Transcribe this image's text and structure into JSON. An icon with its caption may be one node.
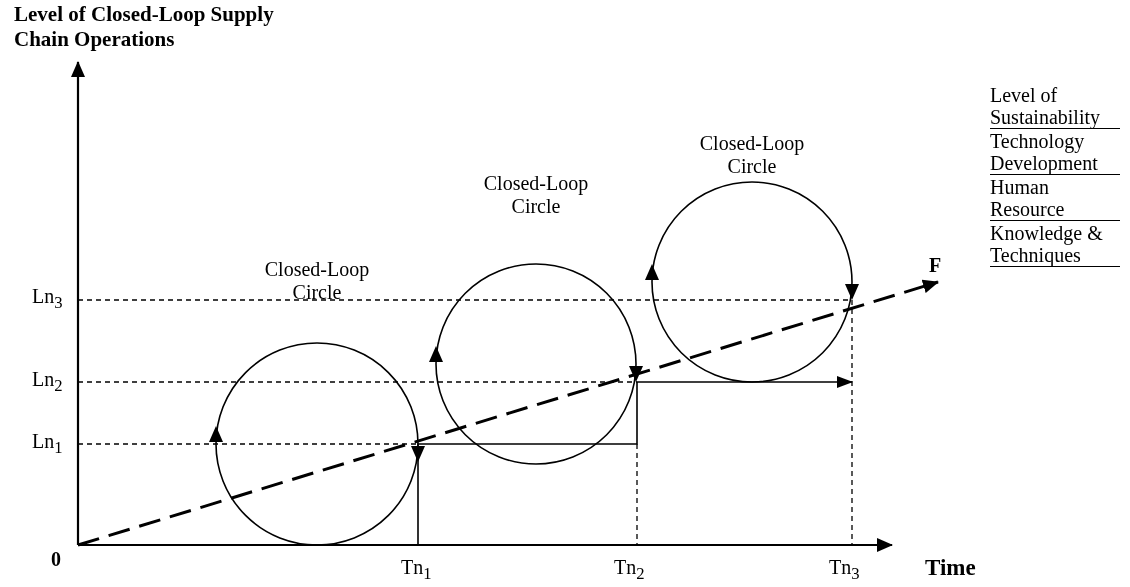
{
  "diagram": {
    "nodes": [
      {
        "text": [
          "Closed-Loop Circle"
        ]
      },
      {
        "text": [
          "Closed-Loop Circle"
        ]
      },
      {
        "text": [
          "Closed-Loop Circle"
        ]
      }
    ],
    "edges": [],
    "labels": [
      "Level of Closed-Loop Supply Chain Operations",
      "Level of Sustainability",
      "Technology Development",
      "Human Resource",
      "Knowledge & Techniques",
      "Ln$_{3}$",
      "F",
      "Ln$_{2}$",
      "Ln$_{1}$",
      "0",
      "Tn$_{1}$",
      "Tn$_{2}$",
      "Tn$_{3}$",
      "Time"
    ]
  }
}
